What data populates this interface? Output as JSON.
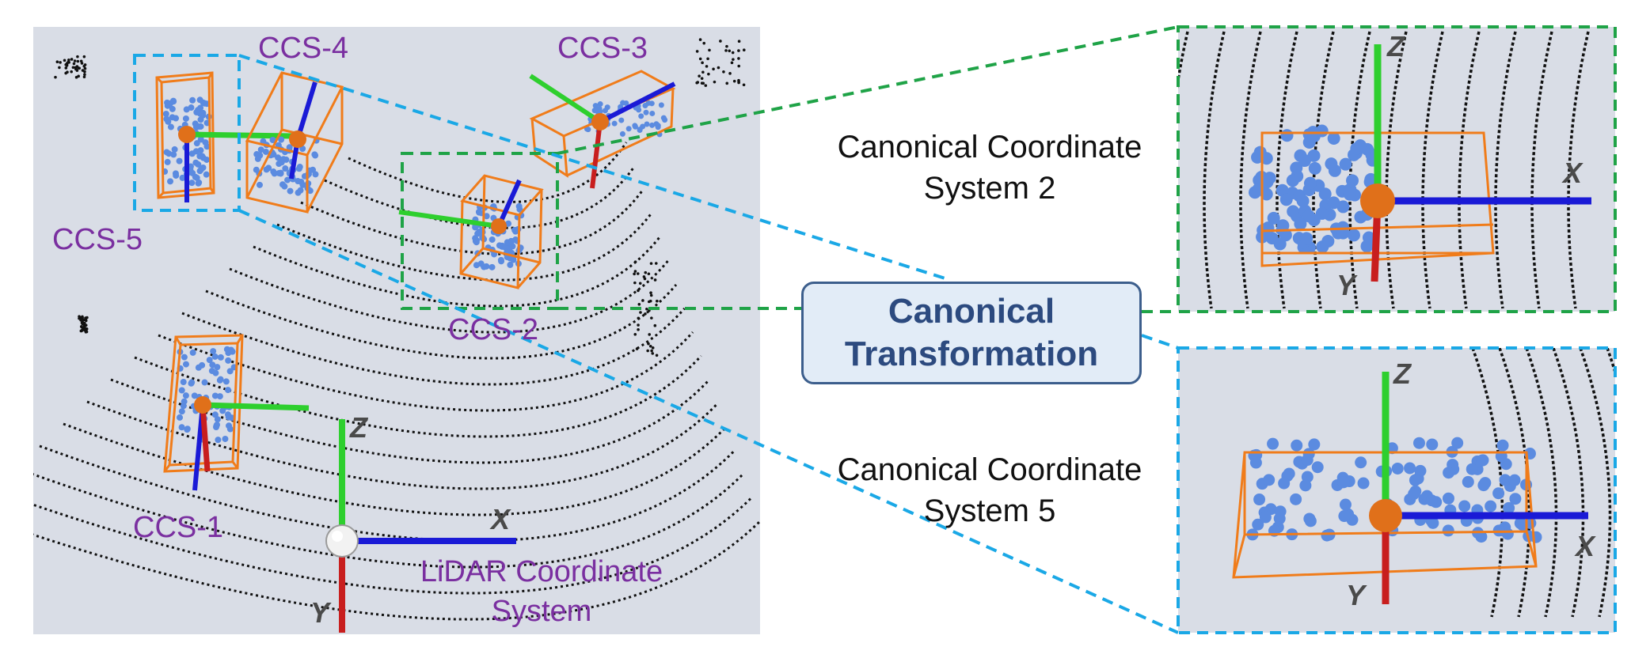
{
  "labels": {
    "ccs1": "CCS-1",
    "ccs2": "CCS-2",
    "ccs3": "CCS-3",
    "ccs4": "CCS-4",
    "ccs5": "CCS-5",
    "lidar_line1": "LiDAR Coordinate",
    "lidar_line2": "System",
    "axis_x": "X",
    "axis_y": "Y",
    "axis_z": "Z"
  },
  "captions": {
    "ccs2_line1": "Canonical Coordinate",
    "ccs2_line2": "System 2",
    "ccs5_line1": "Canonical Coordinate",
    "ccs5_line2": "System 5"
  },
  "transform": {
    "line1": "Canonical",
    "line2": "Transformation"
  },
  "colors": {
    "panel_bg": "#d9dde6",
    "box_orange": "#f07c1a",
    "point_blue": "#5b8be0",
    "axis_x_blue": "#1a1ad6",
    "axis_y_red": "#c81e1e",
    "axis_z_green": "#2ecf2e",
    "green_dash": "#1fa347",
    "cyan_dash": "#1aa8e6",
    "ccs_purple": "#7a2fa0",
    "transform_fill": "#e2ecf7",
    "transform_border": "#3c5e8c"
  }
}
